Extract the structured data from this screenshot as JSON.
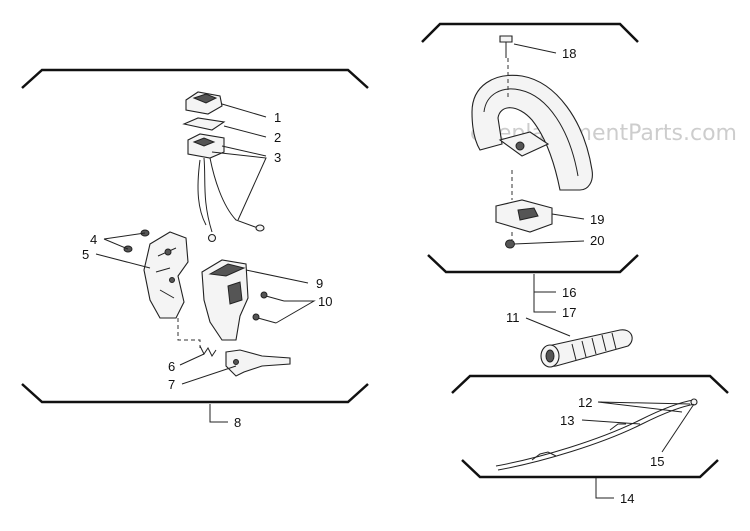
{
  "watermark": "eReplacementParts.com",
  "callouts": {
    "c1": "1",
    "c2": "2",
    "c3": "3",
    "c4": "4",
    "c5": "5",
    "c6": "6",
    "c7": "7",
    "c8": "8",
    "c9": "9",
    "c10": "10",
    "c11": "11",
    "c12": "12",
    "c13": "13",
    "c14": "14",
    "c15": "15",
    "c16": "16",
    "c17": "17",
    "c18": "18",
    "c19": "19",
    "c20": "20"
  }
}
